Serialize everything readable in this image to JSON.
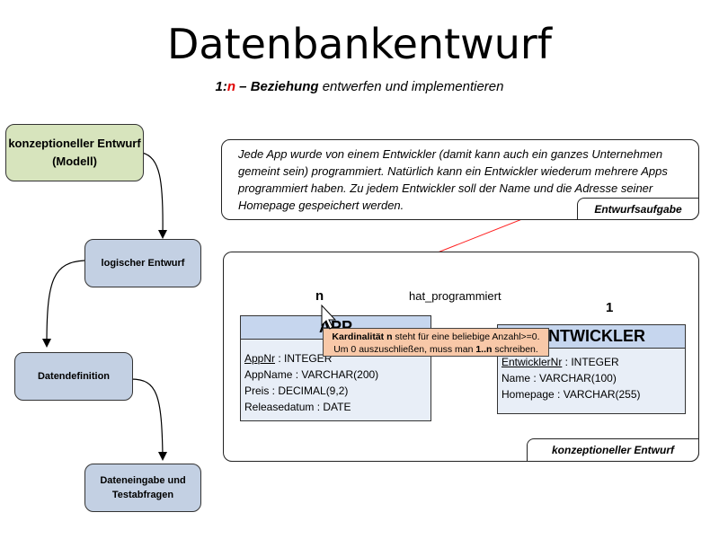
{
  "header": {
    "title": "Datenbankentwurf",
    "subtitle_card_1": "1:",
    "subtitle_card_n": "n",
    "subtitle_dash_rel": " – Beziehung",
    "subtitle_rest": " entwerfen und implementieren"
  },
  "process_steps": [
    {
      "label": "konzeptioneller Entwurf (Modell)",
      "color": "#d7e4bd"
    },
    {
      "label": "logischer Entwurf",
      "color": "#c3d0e3"
    },
    {
      "label": "Datendefinition",
      "color": "#c3d0e3"
    },
    {
      "label": "Dateneingabe und Testabfragen",
      "color": "#c3d0e3"
    }
  ],
  "task": {
    "text": "Jede App wurde von einem Entwickler (damit kann auch ein ganzes Unternehmen gemeint sein) programmiert. Natürlich kann ein Entwickler wiederum mehrere Apps programmiert haben. Zu jedem Entwickler soll der Name und die Adresse seiner Homepage gespeichert werden.",
    "tag": "Entwurfsaufgabe"
  },
  "concept": {
    "tag": "konzeptioneller Entwurf",
    "relationship": "hat_programmiert",
    "card_left": "n",
    "card_right": "1",
    "entities": [
      {
        "name": "APP",
        "attributes": [
          {
            "name": "AppNr",
            "type": " : INTEGER",
            "pk": true
          },
          {
            "name": "AppName",
            "type": " : VARCHAR(200)",
            "pk": false
          },
          {
            "name": "Preis",
            "type": " : DECIMAL(9,2)",
            "pk": false
          },
          {
            "name": "Releasedatum",
            "type": " : DATE",
            "pk": false
          }
        ]
      },
      {
        "name": "ENTWICKLER",
        "attributes": [
          {
            "name": "EntwicklerNr",
            "type": " : INTEGER",
            "pk": true
          },
          {
            "name": "Name",
            "type": " : VARCHAR(100)",
            "pk": false
          },
          {
            "name": "Homepage",
            "type": " : VARCHAR(255)",
            "pk": false
          }
        ]
      }
    ]
  },
  "tooltip": {
    "line1_bold": "Kardinalität n",
    "line1_rest": " steht für eine beliebige Anzahl>=0.",
    "line2_pre": "Um 0 auszuschließen, muss man ",
    "line2_bold": "1..n",
    "line2_post": " schreiben."
  },
  "colors": {
    "accent_red": "#e00000",
    "entity_header": "#c6d6ee",
    "entity_body": "#e8eef7",
    "tooltip_bg": "#f8c8a8"
  }
}
